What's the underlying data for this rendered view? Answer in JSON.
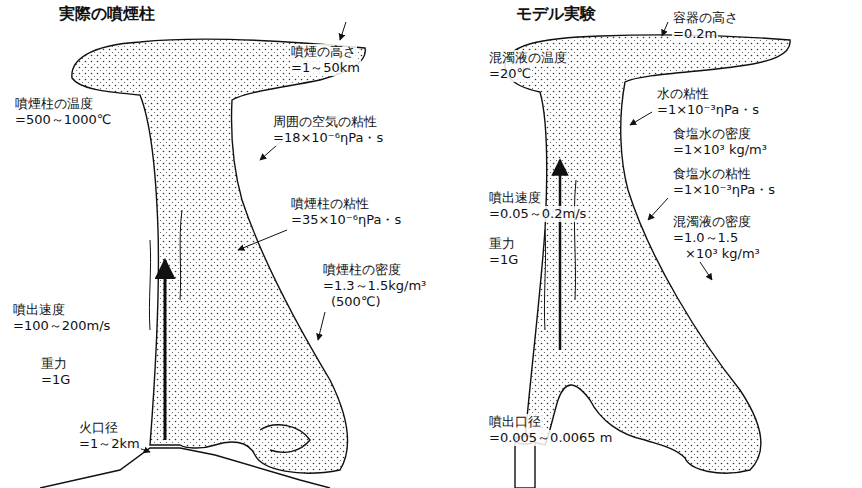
{
  "diagram": {
    "labels": [
      "実際の噴煙柱",
      "噴煙の高さ",
      "=1～50km",
      "噴煙柱の温度",
      "=500～1000℃",
      "周囲の空気の粘性",
      "=18×10⁻⁶ηPa・s",
      "噴出速度",
      "=100～200m/s",
      "噴煙柱の粘性",
      "=35×10⁻⁶ηPa・s",
      "噴煙柱の密度",
      "=1.3～1.5kg/m³",
      "(500℃)",
      "重力",
      "=1G",
      "火口径",
      "=1～2km",
      "モデル実験",
      "容器の高さ",
      "=0.2m",
      "混濁液の温度",
      "=20℃",
      "水の粘性",
      "=1×10⁻³ηPa・s",
      "食塩水の密度",
      "=1×10³ kg/m³",
      "噴出速度",
      "=0.05～0.2m/s",
      "食塩水の粘性",
      "=1×10⁻³ηPa・s",
      "重力",
      "=1G",
      "混濁液の密度",
      "=1.0～1.5",
      "×10³ kg/m³",
      "噴出口径",
      "=0.005～0.0065 m"
    ]
  }
}
